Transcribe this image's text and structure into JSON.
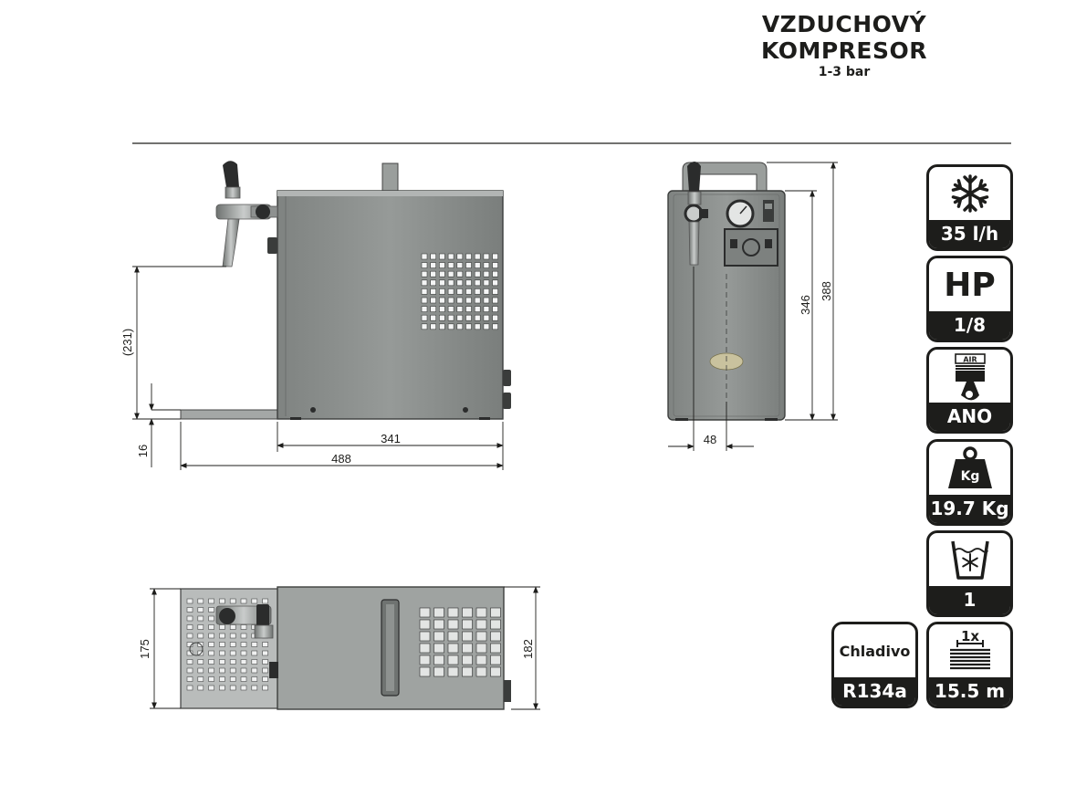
{
  "title": {
    "line1": "VZDUCHOVÝ",
    "line2": "KOMPRESOR",
    "line3": "1-3 bar"
  },
  "dimensions": {
    "side_height": "(231)",
    "base_height": "16",
    "body_length": "341",
    "total_length": "488",
    "front_body_height": "346",
    "front_total_height": "388",
    "tap_offset": "48",
    "top_depth_left": "175",
    "top_depth_right": "182"
  },
  "badges": {
    "cooling": {
      "icon": "snowflake-icon",
      "value": "35 l/h"
    },
    "power": {
      "label": "HP",
      "value": "1/8"
    },
    "air_compressor": {
      "icon_label": "AIR",
      "icon": "air-pump-icon",
      "value": "ANO"
    },
    "weight": {
      "icon_label": "Kg",
      "icon": "weight-icon",
      "value": "19.7 Kg"
    },
    "cooling_lines": {
      "icon": "ice-bath-icon",
      "value": "1"
    },
    "refrigerant": {
      "label": "Chladivo",
      "value": "R134a"
    },
    "coil": {
      "icon_label": "1x",
      "icon": "coil-icon",
      "value": "15.5 m"
    }
  },
  "colors": {
    "ink": "#1d1d1b",
    "body": "#8c908e",
    "body_dark": "#5b5e5d",
    "body_light": "#c3c6c4"
  }
}
